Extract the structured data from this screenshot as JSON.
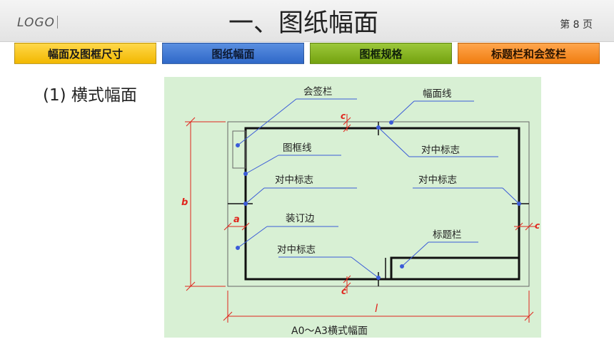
{
  "header": {
    "logo": "LOGO",
    "title": "一、图纸幅面",
    "page": "第 8 页"
  },
  "tabs": [
    {
      "label": "幅面及图框尺寸"
    },
    {
      "label": "图纸幅面"
    },
    {
      "label": "图框规格"
    },
    {
      "label": "标题栏和会签栏"
    }
  ],
  "subtitle": "(1) 横式幅面",
  "figure": {
    "labels": {
      "countersign": "会签栏",
      "sheet_line": "幅面线",
      "frame_line": "图框线",
      "center_mark_top": "对中标志",
      "center_mark_left": "对中标志",
      "center_mark_right": "对中标志",
      "binding_edge": "装订边",
      "title_block": "标题栏",
      "center_mark_bottom": "对中标志"
    },
    "dims": {
      "a": "a",
      "b": "b",
      "c_top": "c",
      "c_right": "c",
      "c_bottom": "c",
      "l": "l"
    },
    "caption": "A0～A3横式幅面"
  },
  "colors": {
    "accent_blue": "#3a5bd8",
    "dim_red": "#e0241c",
    "fig_bg": "#d8f0d4"
  }
}
